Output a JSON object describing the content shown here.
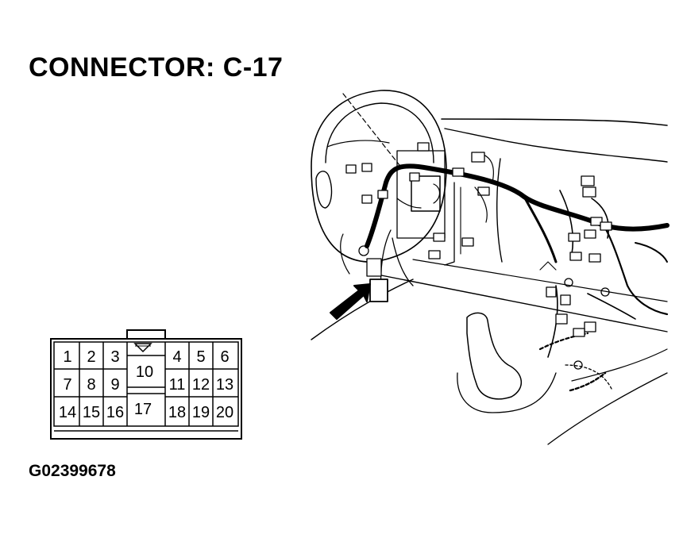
{
  "title": "CONNECTOR: C-17",
  "figure_id": "G02399678",
  "connector": {
    "pins": [
      "1",
      "2",
      "3",
      "4",
      "5",
      "6",
      "7",
      "8",
      "9",
      "10",
      "11",
      "12",
      "13",
      "14",
      "15",
      "16",
      "17",
      "18",
      "19",
      "20"
    ]
  }
}
